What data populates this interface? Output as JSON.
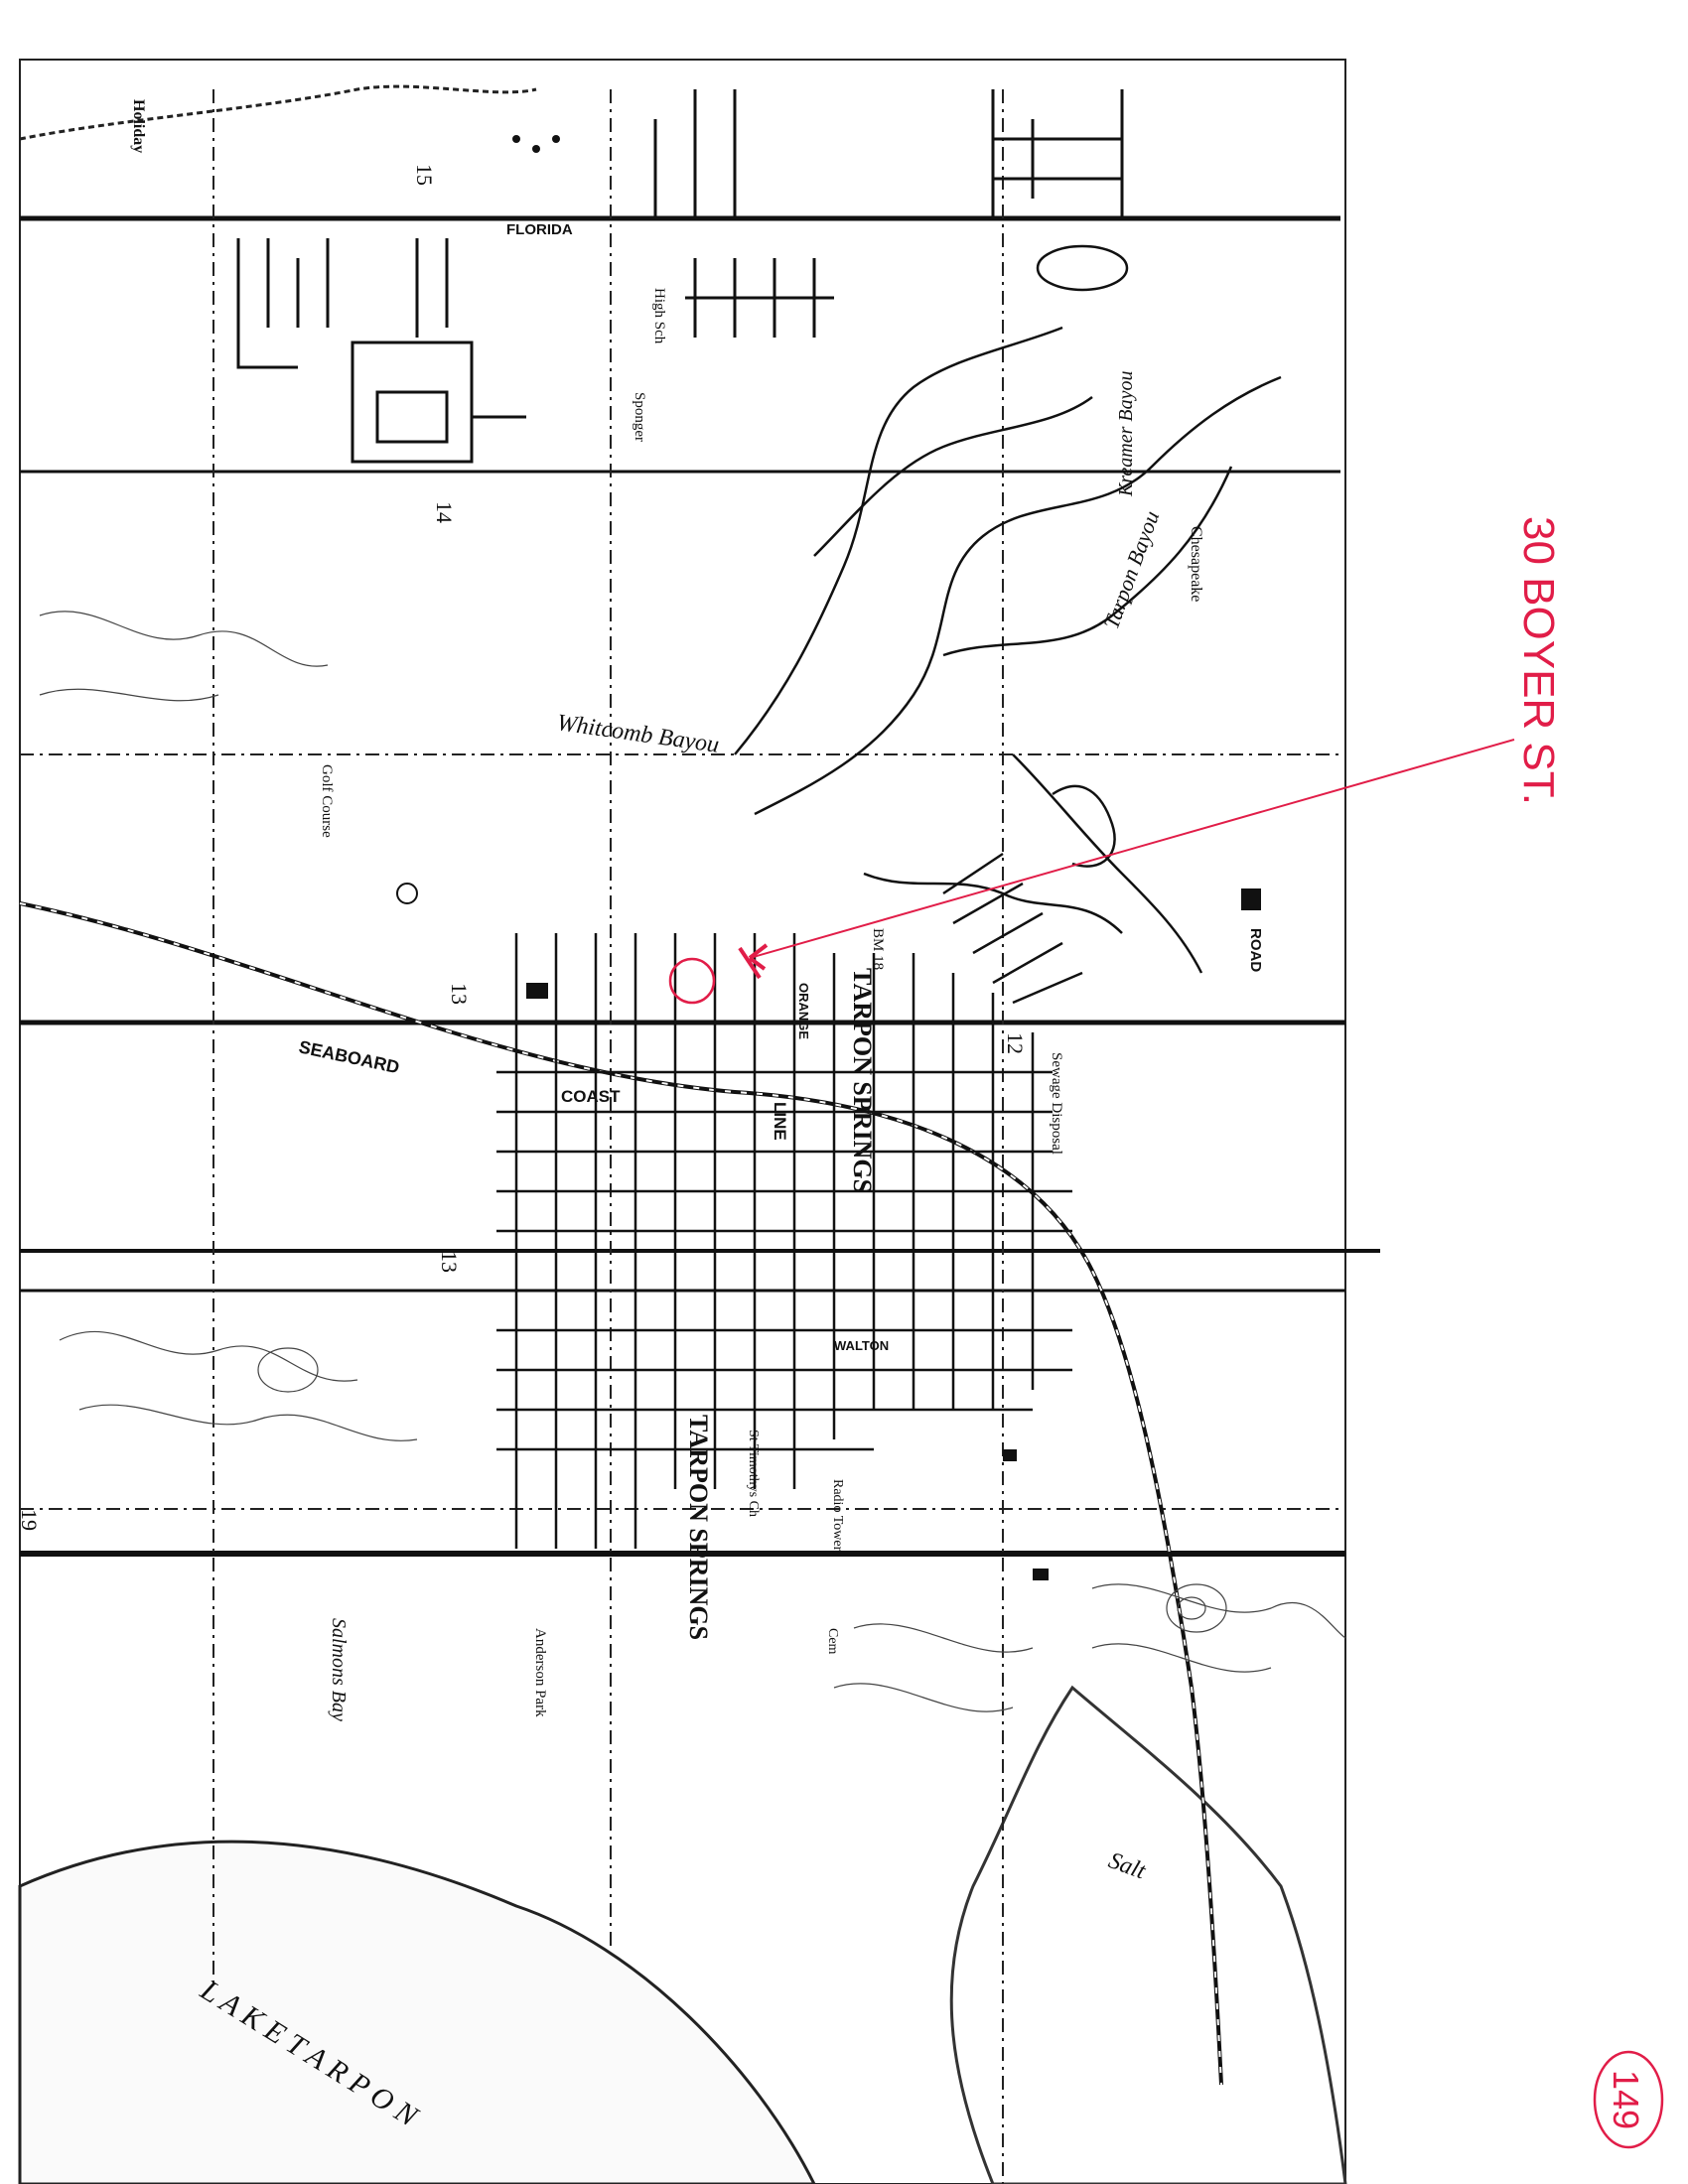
{
  "map": {
    "annotation": {
      "address": "30 BOYER ST.",
      "page_number": "149",
      "color": "#e11d48"
    },
    "labels": {
      "lake_tarpon": "L A K E   T A R P O N",
      "tarpon_springs_1": "TARPON SPRINGS",
      "tarpon_springs_2": "TARPON SPRINGS",
      "whitcomb_bayou": "Whitcomb Bayou",
      "tarpon_bayou": "Tarpon Bayou",
      "kreamer_bayou": "Kreamer Bayou",
      "salt": "Salt",
      "salmons_bay": "Salmons Bay",
      "seaboard": "SEABOARD",
      "coast": "COAST",
      "line": "LINE",
      "florida": "FLORIDA",
      "golf_course": "Golf Course",
      "anderson_park": "Anderson Park",
      "high_sch": "High Sch",
      "sponger": "Sponger",
      "chesapeake": "Chesapeake",
      "sewage_disposal": "Sewage Disposal",
      "bm18": "BM 18",
      "road": "ROAD",
      "holiday": "Holiday",
      "orange": "ORANGE",
      "walton": "WALTON",
      "radio_tower": "Radio Tower",
      "st_timothys": "St Timothys Ch",
      "cem": "Cem",
      "num_15": "15",
      "num_14": "14",
      "num_13a": "13",
      "num_13b": "13",
      "num_19": "19",
      "num_12": "12"
    }
  }
}
